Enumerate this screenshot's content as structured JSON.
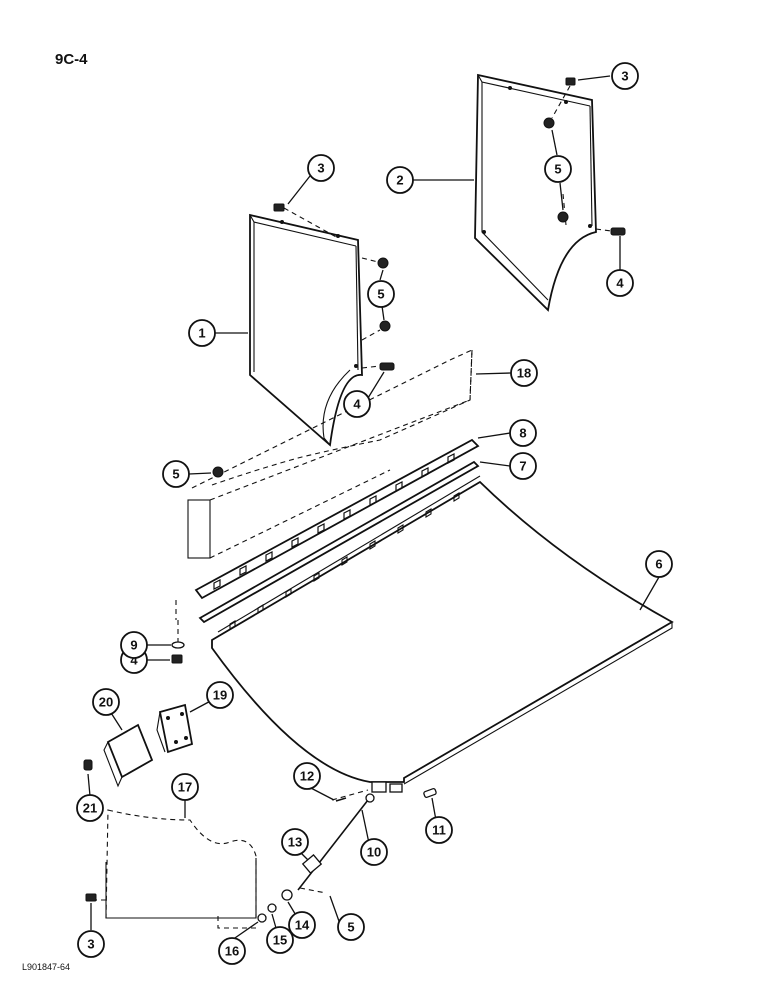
{
  "page": {
    "section_label": "9C-4",
    "drawing_number": "L901847-64"
  },
  "callouts": {
    "c1": "1",
    "c2": "2",
    "c3a": "3",
    "c3b": "3",
    "c3c": "3",
    "c4a": "4",
    "c4b": "4",
    "c4c": "4",
    "c5a": "5",
    "c5b": "5",
    "c5c": "5",
    "c5d": "5",
    "c6": "6",
    "c7": "7",
    "c8": "8",
    "c9": "9",
    "c10": "10",
    "c11": "11",
    "c12": "12",
    "c13": "13",
    "c14": "14",
    "c15": "15",
    "c16": "16",
    "c17": "17",
    "c18": "18",
    "c19": "19",
    "c20": "20",
    "c21": "21"
  }
}
